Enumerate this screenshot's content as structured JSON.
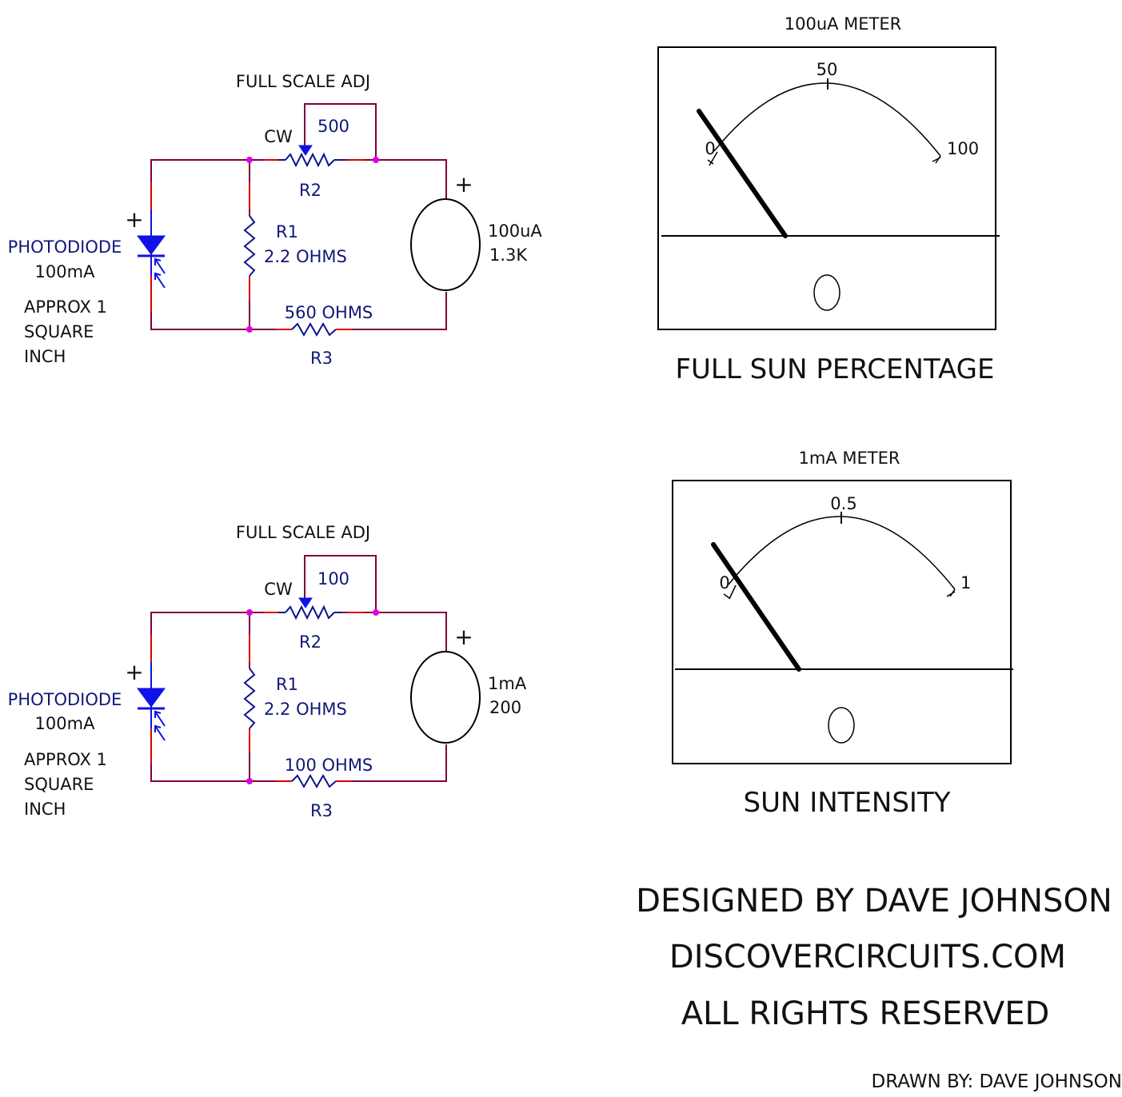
{
  "circuits": [
    {
      "id": "top",
      "full_scale_label": "FULL SCALE ADJ",
      "pot": {
        "ref": "R2",
        "value": "500",
        "cw_label": "CW"
      },
      "r1": {
        "ref": "R1",
        "value": "2.2 OHMS"
      },
      "r3": {
        "ref": "R3",
        "value": "560 OHMS"
      },
      "meter": {
        "rating": "100uA",
        "resistance": "1.3K",
        "plus": "+"
      },
      "photodiode": {
        "name": "PHOTODIODE",
        "rating": "100mA",
        "plus": "+",
        "note": [
          "APPROX 1",
          "SQUARE",
          "INCH"
        ]
      }
    },
    {
      "id": "bottom",
      "full_scale_label": "FULL SCALE ADJ",
      "pot": {
        "ref": "R2",
        "value": "100",
        "cw_label": "CW"
      },
      "r1": {
        "ref": "R1",
        "value": "2.2 OHMS"
      },
      "r3": {
        "ref": "R3",
        "value": "100 OHMS"
      },
      "meter": {
        "rating": "1mA",
        "resistance": "200",
        "plus": "+"
      },
      "photodiode": {
        "name": "PHOTODIODE",
        "rating": "100mA",
        "plus": "+",
        "note": [
          "APPROX 1",
          "SQUARE",
          "INCH"
        ]
      }
    }
  ],
  "meters": [
    {
      "title": "100uA METER",
      "scale": [
        "0",
        "50",
        "100"
      ],
      "caption": "FULL SUN PERCENTAGE",
      "needle_value": 0
    },
    {
      "title": "1mA METER",
      "scale": [
        "0",
        "0.5",
        "1"
      ],
      "caption": "SUN INTENSITY",
      "needle_value": 0
    }
  ],
  "credits": {
    "designed_by": "DESIGNED BY DAVE JOHNSON",
    "site": "DISCOVERCIRCUITS.COM",
    "rights": "ALL RIGHTS RESERVED",
    "drawn_by": "DRAWN BY: DAVE JOHNSON"
  },
  "colors": {
    "wire": "#800040",
    "wire_highlight": "#e00000",
    "component": "#0a1490",
    "diode": "#1010e8",
    "node": "#e000e0",
    "label_navy": "#101878"
  }
}
